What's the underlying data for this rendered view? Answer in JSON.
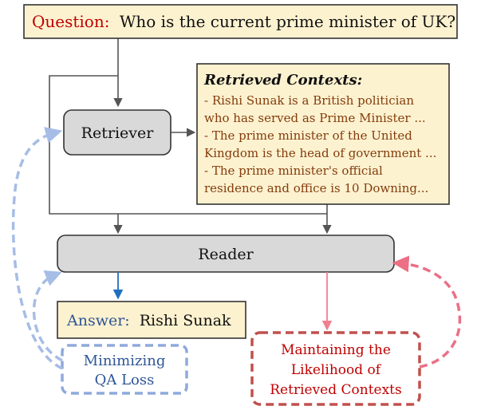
{
  "question": {
    "label": "Question:",
    "text": "Who is the current prime minister of UK?"
  },
  "retriever": {
    "label": "Retriever"
  },
  "contexts": {
    "title": "Retrieved Contexts:",
    "lines": [
      "- Rishi Sunak is a British politician",
      "who has served as Prime Minister ...",
      "- The prime minister of the United",
      "Kingdom is the head of government ...",
      "- The prime minister's official",
      "residence and office is 10 Downing..."
    ]
  },
  "reader": {
    "label": "Reader"
  },
  "answer": {
    "label": "Answer:",
    "text": "Rishi Sunak"
  },
  "loss_qa": {
    "lines": [
      "Minimizing",
      "QA Loss"
    ]
  },
  "loss_likelihood": {
    "lines": [
      "Maintaining the",
      "Likelihood of",
      "Retrieved Contexts"
    ]
  },
  "colors": {
    "box_fill": "#fdf2d0",
    "box_stroke": "#333333",
    "module_fill": "#d9d9d9",
    "question_red": "#c00000",
    "context_text": "#843c0c",
    "answer_blue": "#2e5596",
    "qa_loss_blue": "#8fa9dc",
    "likelihood_red": "#c0504d",
    "likelihood_pink": "#f08090",
    "answer_arrow": "#1f6fbf",
    "line_gray": "#555555"
  }
}
